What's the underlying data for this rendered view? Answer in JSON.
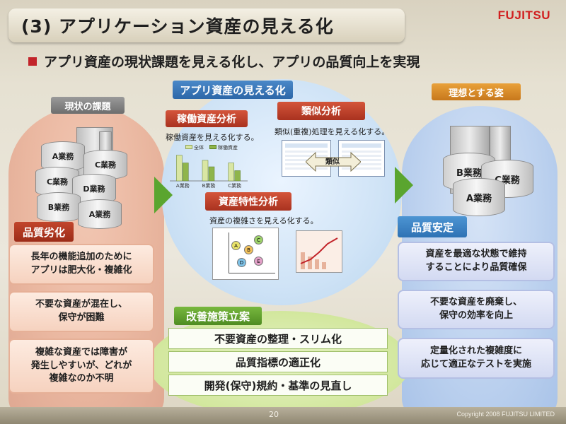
{
  "header": {
    "title": "(3) アプリケーション資産の見える化",
    "logo": "FUJITSU",
    "subtitle": "アプリ資産の現状課題を見える化し、アプリの品質向上を実現"
  },
  "left": {
    "heading": "現状の課題",
    "cylinders": [
      "A業務",
      "C業務",
      "C業務",
      "D業務",
      "B業務",
      "A業務"
    ],
    "quality_label": "品質劣化",
    "issues": [
      "長年の機能追加のために\nアプリは肥大化・複雑化",
      "不要な資産が混在し、\n保守が困難",
      "複雑な資産では障害が\n発生しやすいが、どれが\n複雑なのか不明"
    ]
  },
  "center": {
    "heading": "アプリ資産の見える化",
    "usage_label": "稼働資産分析",
    "usage_desc": "稼働資産を見える化する。",
    "similar_label": "類似分析",
    "similar_desc": "類似(重複)処理を見える化する。",
    "similar_badge": "類似",
    "char_label": "資産特性分析",
    "char_desc": "資産の複雑さを見える化する。",
    "matrix_labels": [
      "A",
      "B",
      "C",
      "D",
      "E"
    ],
    "improve_label": "改善施策立案",
    "measures": [
      "不要資産の整理・スリム化",
      "品質指標の適正化",
      "開発(保守)規約・基準の見直し"
    ]
  },
  "right": {
    "heading": "理想とする姿",
    "cylinders": [
      "B業務",
      "C業務",
      "A業務"
    ],
    "quality_label": "品質安定",
    "goals": [
      "資産を最適な状態で維持\nすることにより品質確保",
      "不要な資産を廃棄し、\n保守の効率を向上",
      "定量化された複雑度に\n応じて適正なテストを実施"
    ]
  },
  "chart_data": {
    "type": "bar",
    "categories": [
      "A業務",
      "B業務",
      "C業務"
    ],
    "series": [
      {
        "name": "全体",
        "values": [
          100,
          80,
          70
        ]
      },
      {
        "name": "稼働資産",
        "values": [
          70,
          55,
          40
        ]
      }
    ],
    "ylim": [
      0,
      110
    ],
    "legend": "top",
    "colors": [
      "#d9e6a3",
      "#8fb54b"
    ]
  },
  "footer": {
    "page": "20",
    "copyright": "Copyright 2008 FUJITSU LIMITED"
  }
}
